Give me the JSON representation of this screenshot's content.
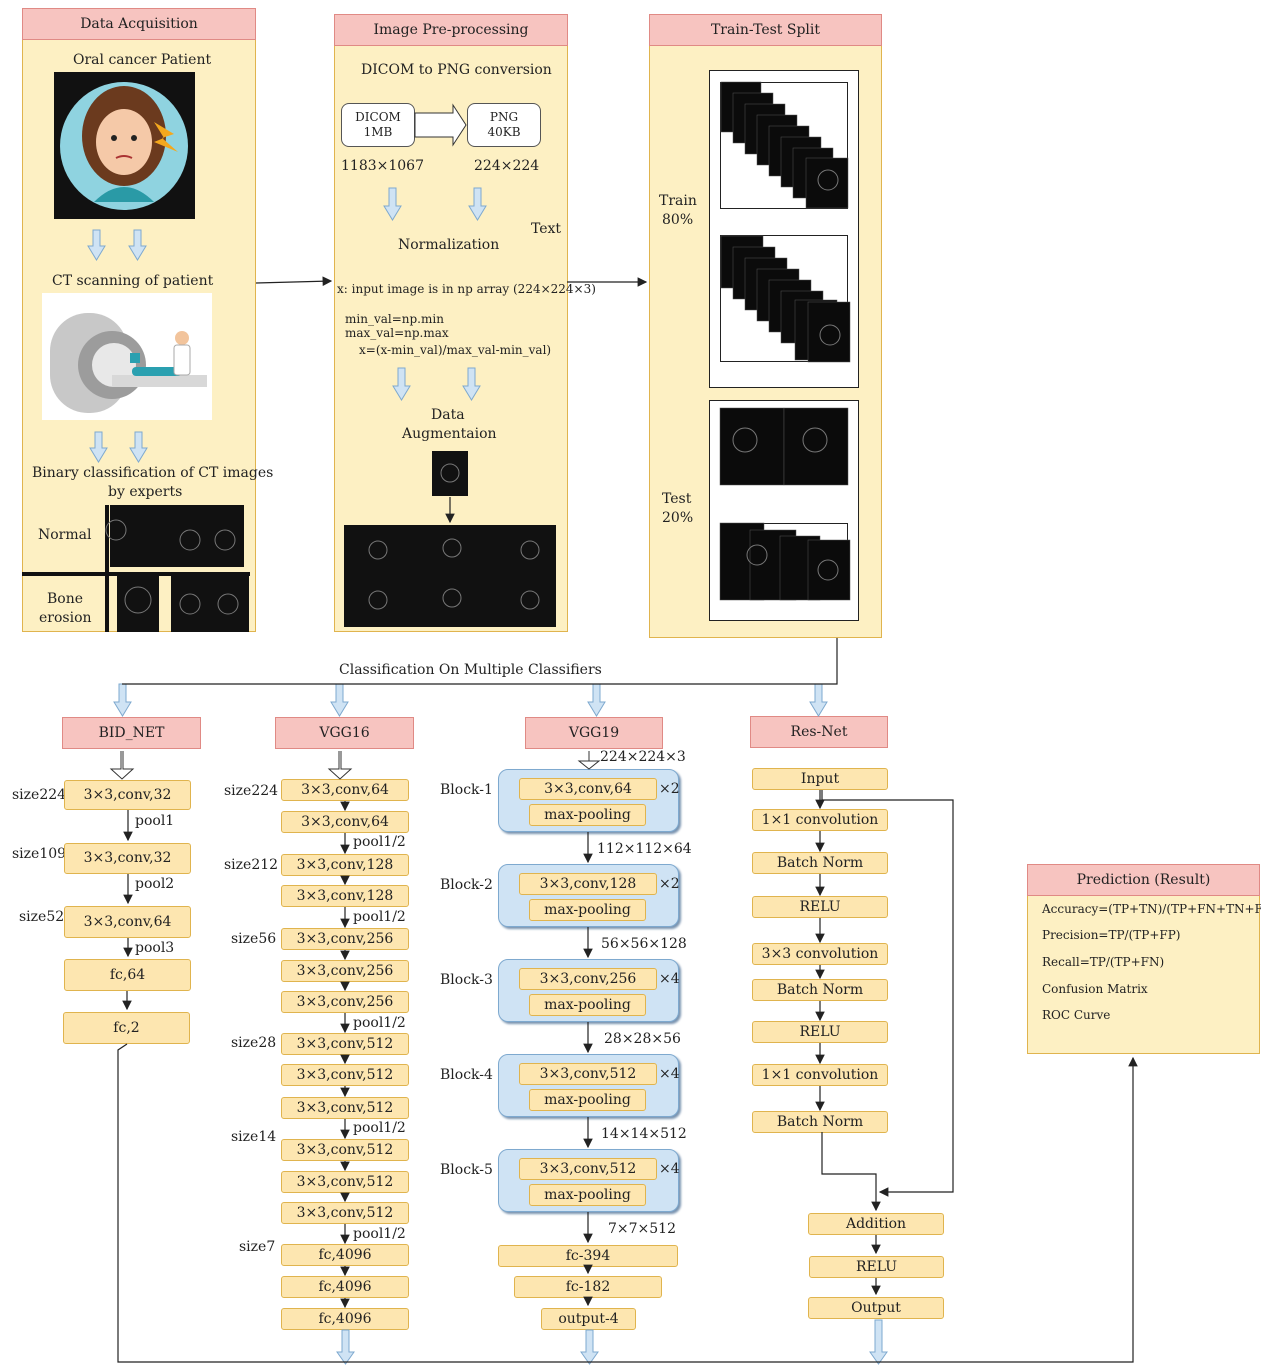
{
  "acquisition": {
    "title": "Data Acquisition",
    "patient_label": "Oral cancer Patient",
    "ct_label": "CT scanning of patient",
    "binary_label_1": "Binary classification of CT images",
    "binary_label_2": "by experts",
    "normal_label": "Normal",
    "bone_label_1": "Bone",
    "bone_label_2": "erosion"
  },
  "preprocessing": {
    "title": "Image Pre-processing",
    "conversion_label": "DICOM to PNG conversion",
    "dicom_name": "DICOM",
    "dicom_size": "1MB",
    "png_name": "PNG",
    "png_size": "40KB",
    "dicom_dims": "1183×1067",
    "png_dims": "224×224",
    "text_label": "Text",
    "normalization_label": "Normalization",
    "input_note": "x: input image is in np array (224×224×3)",
    "formula_1": "min_val=np.min",
    "formula_2": "max_val=np.max",
    "formula_3": "x=(x-min_val)/max_val-min_val)",
    "augmentation_1": "Data",
    "augmentation_2": "Augmentaion"
  },
  "split": {
    "title": "Train-Test Split",
    "train_label": "Train",
    "train_pct": "80%",
    "test_label": "Test",
    "test_pct": "20%"
  },
  "classification_label": "Classification On Multiple Classifiers",
  "bidnet": {
    "title": "BID_NET",
    "sizes": [
      "size224",
      "size109",
      "size52"
    ],
    "layers": [
      "3×3,conv,32",
      "3×3,conv,32",
      "3×3,conv,64",
      "fc,64",
      "fc,2"
    ],
    "pools": [
      "pool1",
      "pool2",
      "pool3"
    ]
  },
  "vgg16": {
    "title": "VGG16",
    "sizes": [
      "size224",
      "size212",
      "size56",
      "size28",
      "size14",
      "size7"
    ],
    "layers": [
      "3×3,conv,64",
      "3×3,conv,64",
      "3×3,conv,128",
      "3×3,conv,128",
      "3×3,conv,256",
      "3×3,conv,256",
      "3×3,conv,256",
      "3×3,conv,512",
      "3×3,conv,512",
      "3×3,conv,512",
      "3×3,conv,512",
      "3×3,conv,512",
      "3×3,conv,512",
      "fc,4096",
      "fc,4096",
      "fc,4096"
    ],
    "pool_label": "pool1/2"
  },
  "vgg19": {
    "title": "VGG19",
    "input_dims": "224×224×3",
    "blocks": [
      {
        "name": "Block-1",
        "conv": "3×3,conv,64",
        "mult": "×2",
        "out": "112×112×64"
      },
      {
        "name": "Block-2",
        "conv": "3×3,conv,128",
        "mult": "×2",
        "out": "56×56×128"
      },
      {
        "name": "Block-3",
        "conv": "3×3,conv,256",
        "mult": "×4",
        "out": "28×28×56"
      },
      {
        "name": "Block-4",
        "conv": "3×3,conv,512",
        "mult": "×4",
        "out": "14×14×512"
      },
      {
        "name": "Block-5",
        "conv": "3×3,conv,512",
        "mult": "×4",
        "out": "7×7×512"
      }
    ],
    "pool_label": "max-pooling",
    "fc": [
      "fc-394",
      "fc-182",
      "output-4"
    ]
  },
  "resnet": {
    "title": "Res-Net",
    "layers": [
      "Input",
      "1×1 convolution",
      "Batch Norm",
      "RELU",
      "3×3 convolution",
      "Batch Norm",
      "RELU",
      "1×1 convolution",
      "Batch Norm"
    ],
    "tail": [
      "Addition",
      "RELU",
      "Output"
    ]
  },
  "prediction": {
    "title": "Prediction (Result)",
    "metrics": [
      "Accuracy=(TP+TN)/(TP+FN+TN+FP)",
      "Precision=TP/(TP+FP)",
      "Recall=TP/(TP+FN)",
      "Confusion Matrix",
      "ROC Curve"
    ]
  },
  "colors": {
    "panel_fill": "#fdf0c3",
    "header_fill": "#f7c4c0",
    "block_fill": "#cfe3f4",
    "arrow_blue": "#a8cbe8"
  }
}
